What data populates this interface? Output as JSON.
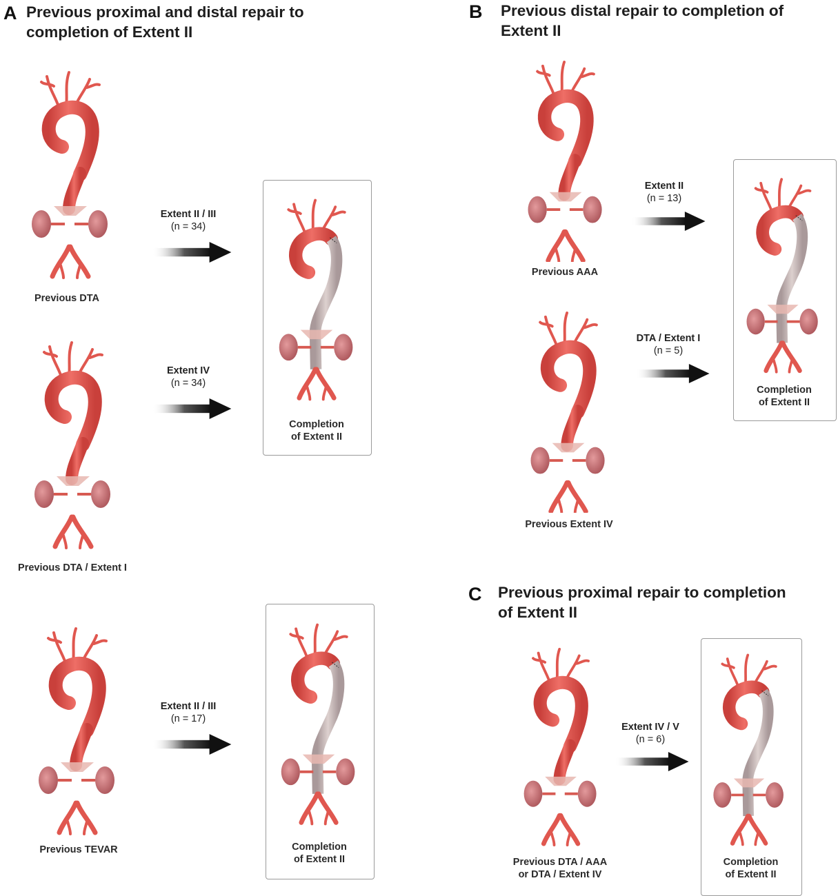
{
  "panels": {
    "a": {
      "letter": "A",
      "title_line1": "Previous proximal and distal repair to",
      "title_line2": "completion of Extent II",
      "previous": [
        "Previous DTA",
        "Previous DTA / Extent I",
        "Previous TEVAR"
      ],
      "arrows": [
        {
          "label": "Extent II / III",
          "n": "(n = 34)"
        },
        {
          "label": "Extent IV",
          "n": "(n = 34)"
        },
        {
          "label": "Extent II / III",
          "n": "(n = 17)"
        }
      ],
      "completion": [
        {
          "line1": "Completion",
          "line2": "of Extent II"
        },
        {
          "line1": "Completion",
          "line2": "of Extent II"
        }
      ]
    },
    "b": {
      "letter": "B",
      "title_line1": "Previous distal repair to completion of",
      "title_line2": "Extent II",
      "previous": [
        "Previous AAA",
        "Previous Extent IV"
      ],
      "arrows": [
        {
          "label": "Extent II",
          "n": "(n = 13)"
        },
        {
          "label": "DTA / Extent I",
          "n": "(n = 5)"
        }
      ],
      "completion": {
        "line1": "Completion",
        "line2": "of Extent II"
      }
    },
    "c": {
      "letter": "C",
      "title_line1": "Previous proximal repair to completion",
      "title_line2": "of Extent II",
      "previous_line1": "Previous DTA / AAA",
      "previous_line2": "or DTA / Extent IV",
      "arrow": {
        "label": "Extent IV / V",
        "n": "(n = 6)"
      },
      "completion": {
        "line1": "Completion",
        "line2": "of Extent II"
      }
    }
  },
  "colors": {
    "aorta": "#e8605a",
    "aorta_shade": "#c94640",
    "graft": "#c9b9b6",
    "kidney": "#c26a6e",
    "arrow": "#111111"
  }
}
